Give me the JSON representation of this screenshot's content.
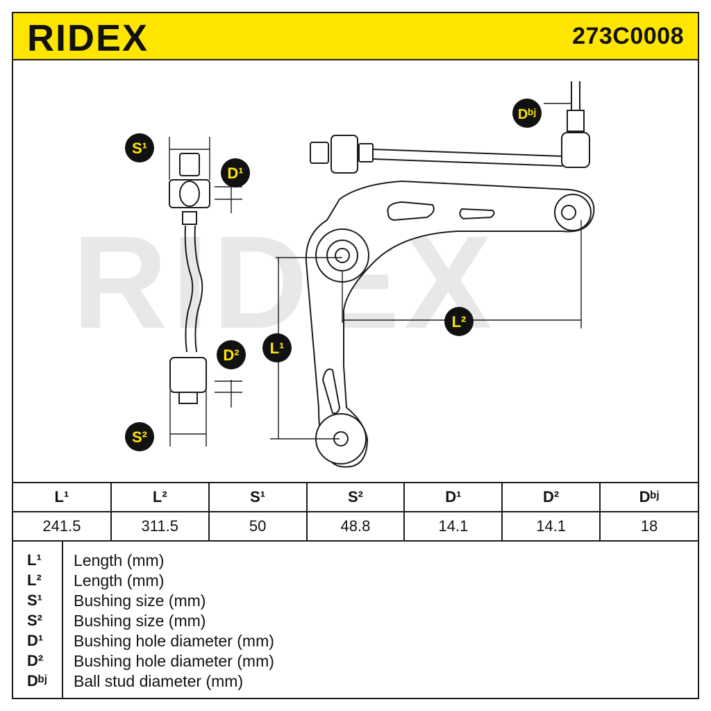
{
  "header": {
    "brand": "RIDEX",
    "part_number": "273C0008"
  },
  "watermark": "RIDEX",
  "callouts": {
    "s1": "S¹",
    "s2": "S²",
    "d1": "D¹",
    "d2": "D²",
    "dbj": "Dᵇʲ",
    "l1": "L¹",
    "l2": "L²"
  },
  "table": {
    "headers": [
      "L¹",
      "L²",
      "S¹",
      "S²",
      "D¹",
      "D²",
      "Dᵇʲ"
    ],
    "values": [
      "241.5",
      "311.5",
      "50",
      "48.8",
      "14.1",
      "14.1",
      "18"
    ]
  },
  "legend": [
    {
      "key": "L¹",
      "desc": "Length (mm)"
    },
    {
      "key": "L²",
      "desc": "Length (mm)"
    },
    {
      "key": "S¹",
      "desc": "Bushing size (mm)"
    },
    {
      "key": "S²",
      "desc": "Bushing size (mm)"
    },
    {
      "key": "D¹",
      "desc": "Bushing hole diameter (mm)"
    },
    {
      "key": "D²",
      "desc": "Bushing hole diameter (mm)"
    },
    {
      "key": "Dᵇʲ",
      "desc": "Ball stud diameter (mm)"
    }
  ],
  "colors": {
    "accent_yellow": "#ffe600",
    "ink": "#1a1a1a",
    "watermark": "#e8e8e8"
  }
}
